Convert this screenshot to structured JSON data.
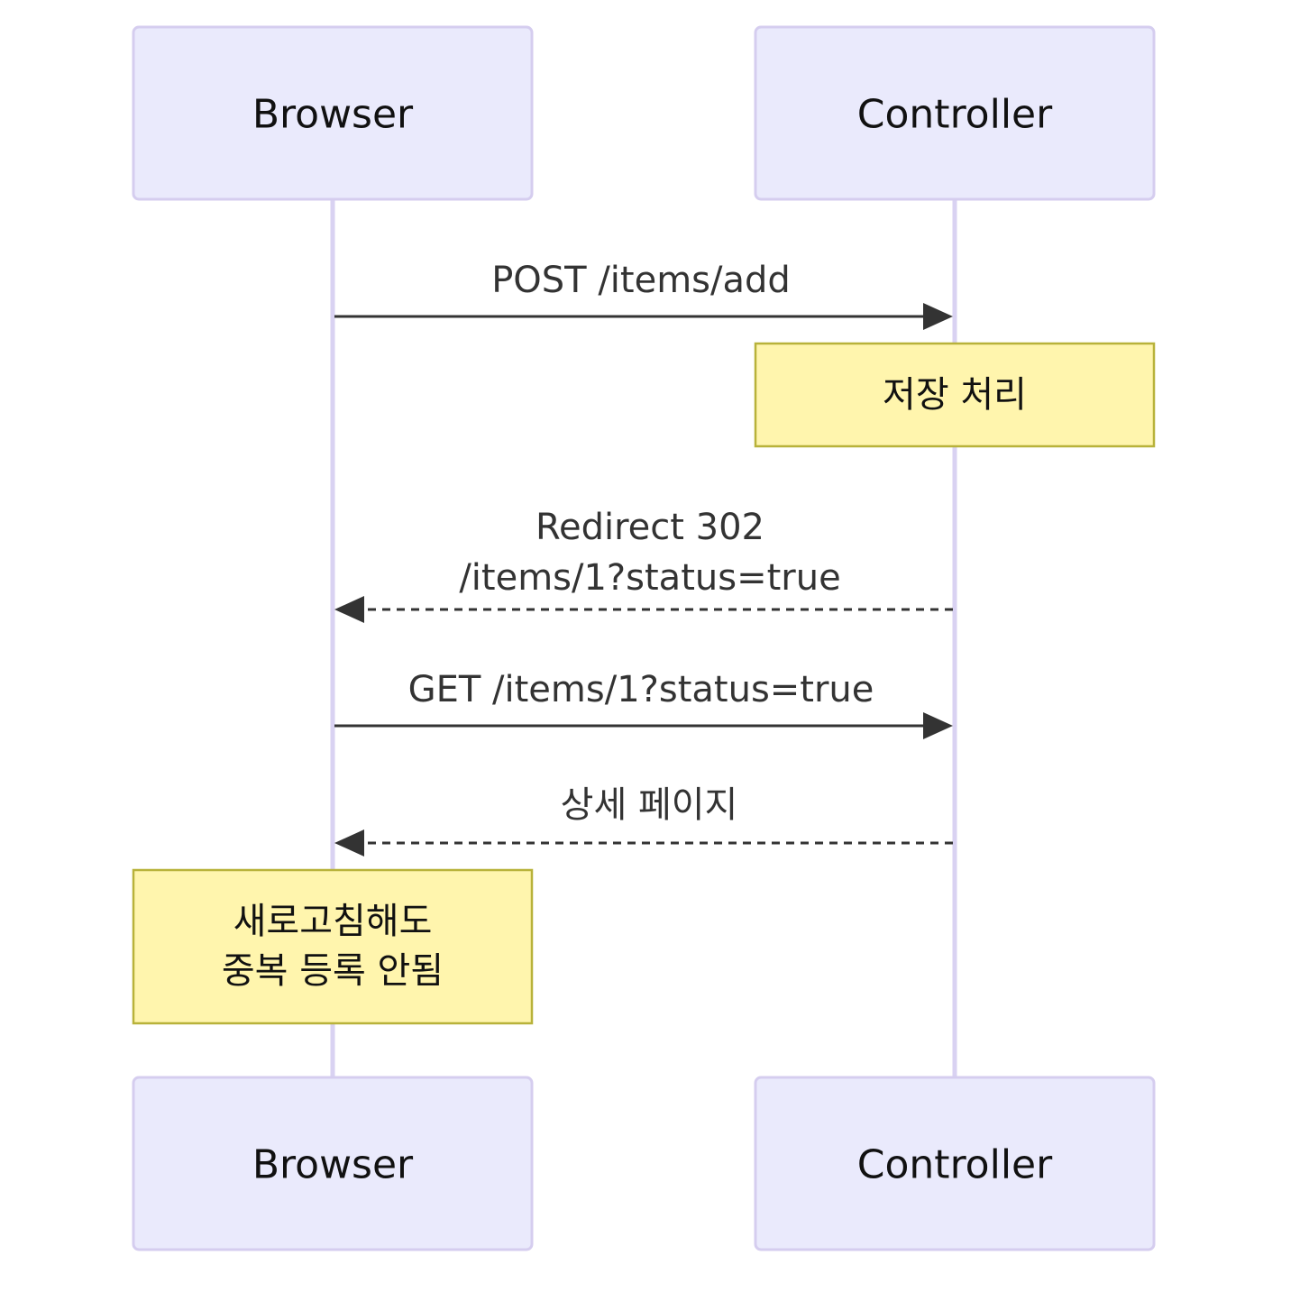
{
  "actors": {
    "browser": {
      "label": "Browser"
    },
    "controller": {
      "label": "Controller"
    }
  },
  "messages": [
    {
      "from": "browser",
      "to": "controller",
      "style": "solid",
      "lines": [
        "POST /items/add"
      ]
    },
    {
      "from": "controller",
      "to": "browser",
      "style": "dashed",
      "lines": [
        "Redirect 302",
        "/items/1?status=true"
      ]
    },
    {
      "from": "browser",
      "to": "controller",
      "style": "solid",
      "lines": [
        "GET /items/1?status=true"
      ]
    },
    {
      "from": "controller",
      "to": "browser",
      "style": "dashed",
      "lines": [
        "상세 페이지"
      ]
    }
  ],
  "notes": [
    {
      "over": "controller",
      "lines": [
        "저장 처리"
      ]
    },
    {
      "over": "browser",
      "lines": [
        "새로고침해도",
        "중복 등록 안됨"
      ]
    }
  ],
  "colors": {
    "actor_fill": "#eaeafc",
    "actor_border": "#d5cdef",
    "lifeline": "#d9d2f2",
    "note_fill": "#fff5ad",
    "note_border": "#b8b23a",
    "arrow": "#333333"
  }
}
